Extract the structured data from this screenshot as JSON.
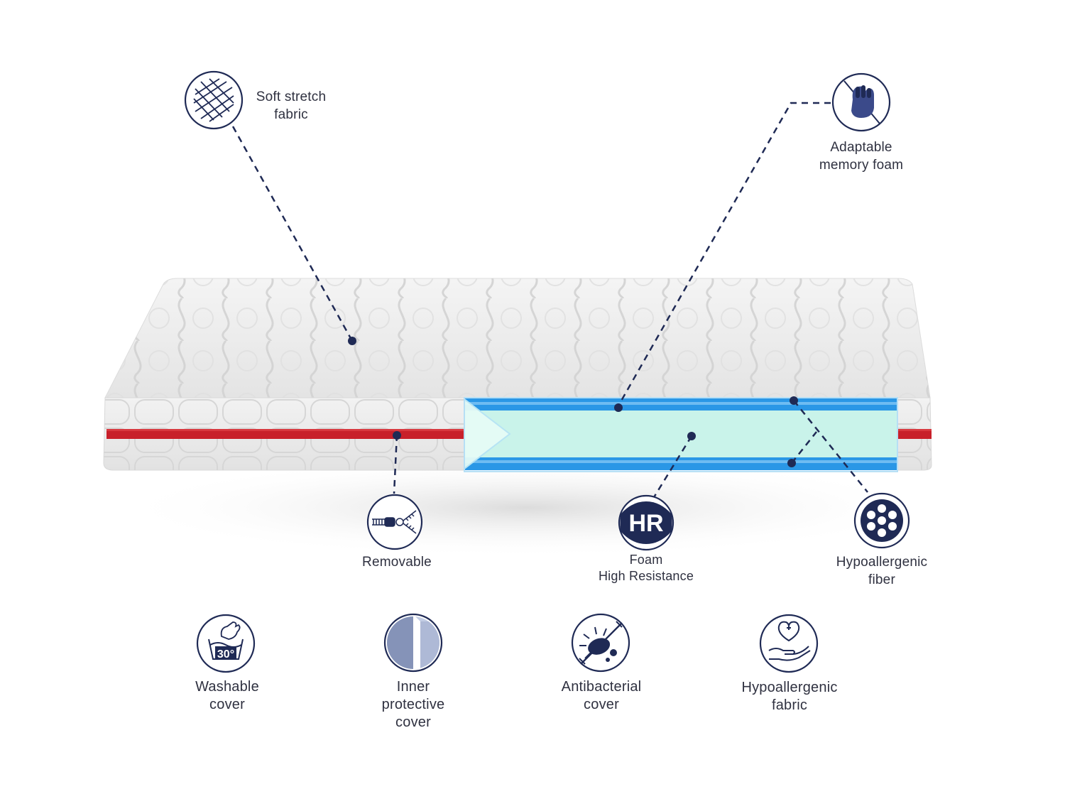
{
  "colors": {
    "navy": "#1f2a55",
    "accent_red": "#c8202a",
    "foam_blue": "#1e8fe0",
    "foam_mint": "#c8f3e9",
    "mattress_white": "#ececec"
  },
  "callouts": {
    "soft_stretch_fabric": {
      "icon": "fabric-weave-icon",
      "line1": "Soft stretch",
      "line2": "fabric"
    },
    "adaptable_memory_foam": {
      "icon": "hand-press-icon",
      "line1": "Adaptable",
      "line2": "memory foam"
    },
    "removable": {
      "icon": "zipper-icon",
      "line1": "Removable"
    },
    "hr_foam": {
      "icon": "hr-badge-icon",
      "badge": "HR",
      "line1": "Foam",
      "line2": "High Resistance"
    },
    "hypoallergenic_fiber": {
      "icon": "fiber-circles-icon",
      "line1": "Hypoallergenic",
      "line2": "fiber"
    }
  },
  "features": [
    {
      "icon": "wash-30-icon",
      "badge": "30°",
      "line1": "Washable",
      "line2": "cover"
    },
    {
      "icon": "inner-cover-icon",
      "line1": "Inner",
      "line2": "protective",
      "line3": "cover"
    },
    {
      "icon": "antibacterial-icon",
      "line1": "Antibacterial",
      "line2": "cover"
    },
    {
      "icon": "heart-hand-icon",
      "line1": "Hypoallergenic",
      "line2": "fabric"
    }
  ]
}
